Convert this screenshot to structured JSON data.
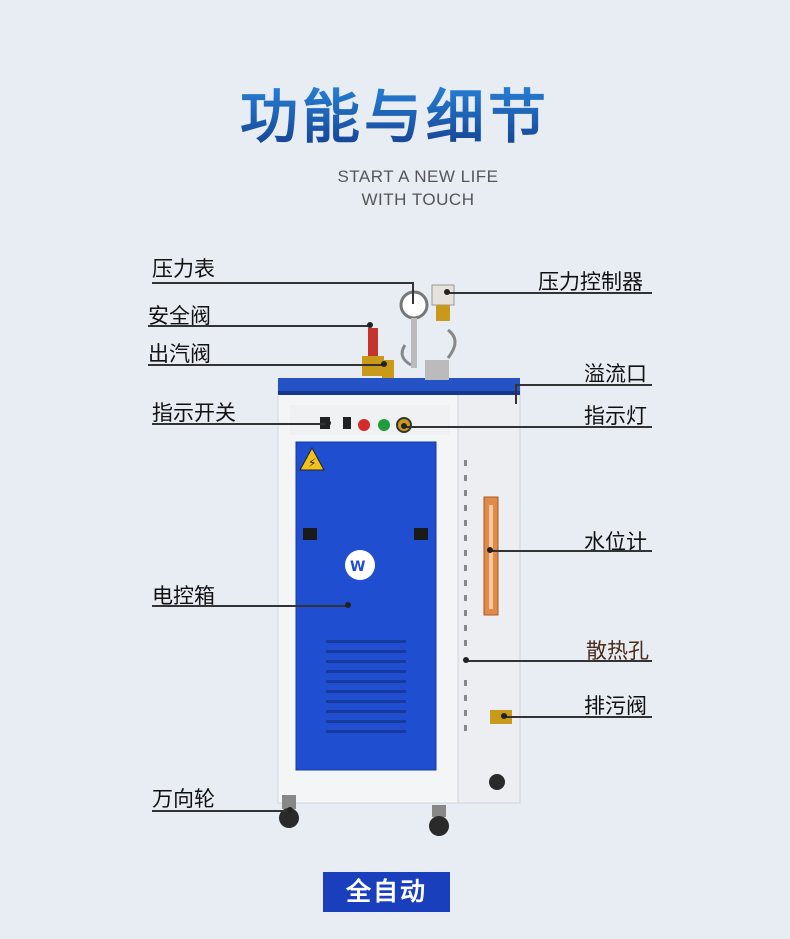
{
  "header": {
    "title": "功能与细节",
    "subtitle_line1": "START A NEW LIFE",
    "subtitle_line2": "WITH TOUCH"
  },
  "labels_left": [
    "压力表",
    "安全阀",
    "出汽阀",
    "指示开关",
    "电控箱",
    "万向轮"
  ],
  "labels_right": [
    "压力控制器",
    "溢流口",
    "指示灯",
    "水位计",
    "散热孔",
    "排污阀"
  ],
  "badge": "全自动",
  "colors": {
    "title_blue": "#1c4fa0",
    "machine_blue": "#1f4fd0",
    "badge_blue": "#1a3fbd",
    "background": "#e8edf3"
  }
}
